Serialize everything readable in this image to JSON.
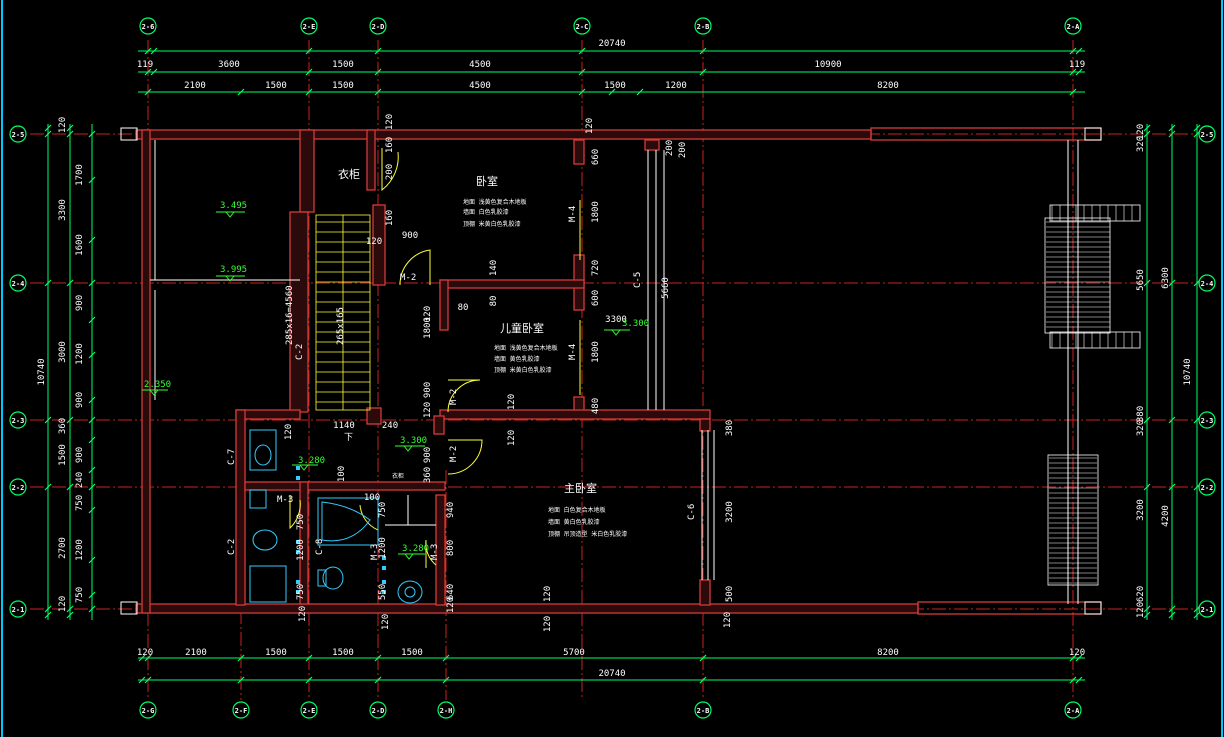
{
  "colors": {
    "background": "#000000",
    "wall": "#d43a3a",
    "dimension_line": "#00ff66",
    "axis_line": "#cc2020",
    "fixture": "#33ccff",
    "door": "#ffff33",
    "text": "#ffffff",
    "level": "#33ff33",
    "border": "#00c8ff"
  },
  "axes_top": [
    "2-6",
    "2-E",
    "2-D",
    "2-C",
    "2-B",
    "2-A"
  ],
  "axes_bottom": [
    "2-G",
    "2-F",
    "2-E",
    "2-D",
    "2-H",
    "2-B",
    "2-A"
  ],
  "axes_left": [
    "2-5",
    "2-4",
    "2-3",
    "2-2",
    "2-1"
  ],
  "axes_right": [
    "2-5",
    "2-4",
    "2-3",
    "2-2",
    "2-1"
  ],
  "top_dims": {
    "total": "20740",
    "row1": [
      "119",
      "3600",
      "1500",
      "4500",
      "10900",
      "119"
    ],
    "row2": [
      "2100",
      "1500",
      "1500",
      "4500",
      "1500",
      "1200",
      "8200"
    ]
  },
  "bottom_dims": {
    "total": "20740",
    "row1": [
      "120",
      "2100",
      "1500",
      "1500",
      "1500",
      "5700",
      "8200",
      "120"
    ]
  },
  "left_dims": {
    "total": "10740",
    "row1": [
      "120",
      "3300",
      "3000",
      "360",
      "1500",
      "2700",
      "120"
    ],
    "row2": [
      "1700",
      "1600",
      "900",
      "1200",
      "900",
      "900",
      "240",
      "750",
      "1200",
      "750"
    ]
  },
  "right_dims": {
    "total": "10740",
    "row1": [
      "6300",
      "4200"
    ],
    "row2": [
      "120",
      "320",
      "5650",
      "380",
      "320",
      "3200",
      "620",
      "120"
    ]
  },
  "rooms": {
    "wardrobe": "衣柜",
    "bedroom": "卧室",
    "kids_bedroom": "儿童卧室",
    "master_bedroom": "主卧室",
    "closet": "衣柜"
  },
  "notes": {
    "bedroom": [
      "地面  浅黄色复合木地板",
      "墙面  白色乳胶漆",
      "顶棚  米黄白色乳胶漆"
    ],
    "kids": [
      "地面  浅黄色复合木地板",
      "墙面  黄色乳胶漆",
      "顶棚  米黄白色乳胶漆"
    ],
    "master": [
      "地面  白色复合木地板",
      "墙面  黄白色乳胶漆",
      "顶棚  吊顶造型 米白色乳胶漆"
    ]
  },
  "doors": [
    "M-2",
    "M-4",
    "M-4",
    "M-2",
    "M-2",
    "M-3",
    "M-3",
    "M-3"
  ],
  "windows": [
    "C-5",
    "C-6",
    "C-2",
    "C-7",
    "C-2",
    "C-8"
  ],
  "levels": [
    "3.495",
    "3.995",
    "2.350",
    "3.300",
    "3.280",
    "3.300",
    "3.280"
  ],
  "stair": {
    "label1": "285x16=4560",
    "label2": "265x165",
    "down": "下"
  },
  "inner_dims": [
    "120",
    "160",
    "200",
    "160",
    "120",
    "900",
    "140",
    "80",
    "120",
    "80",
    "1800",
    "900",
    "120",
    "240",
    "1140",
    "120",
    "100",
    "900",
    "360",
    "100",
    "940",
    "750",
    "1200",
    "800",
    "550",
    "640",
    "120",
    "660",
    "1800",
    "720",
    "600",
    "1800",
    "480",
    "5660",
    "3300",
    "200",
    "380",
    "3200",
    "500",
    "120",
    "120",
    "120",
    "200",
    "120",
    "120",
    "120",
    "120",
    "120",
    "750",
    "1200",
    "750"
  ]
}
